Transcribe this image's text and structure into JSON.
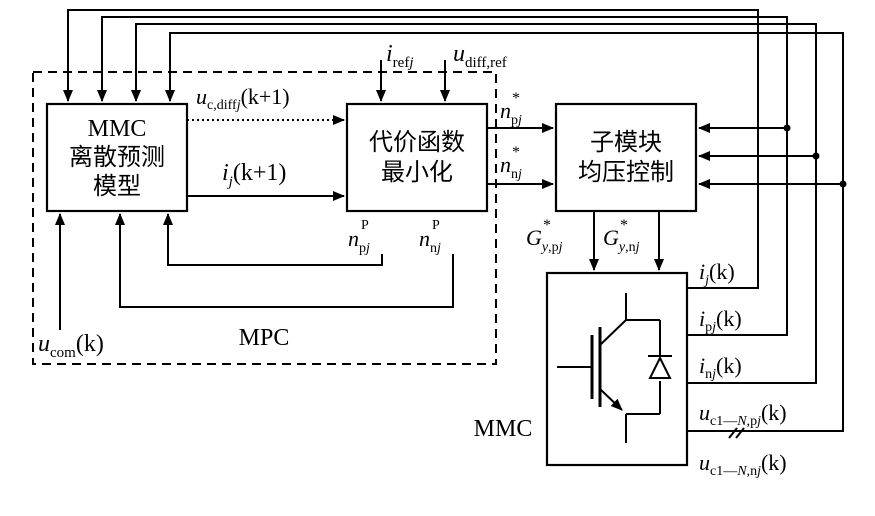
{
  "blocks": {
    "mmc_model": [
      "MMC",
      "离散预测",
      "模型"
    ],
    "cost_min": [
      "代价函数",
      "最小化"
    ],
    "sm_balance": [
      "子模块",
      "均压控制"
    ],
    "mpc_label": "MPC",
    "mmc_label": "MMC"
  },
  "signals": {
    "i_ref": {
      "main": "i",
      "sub": "ref",
      "subit": "j"
    },
    "u_diff_ref": {
      "main": "u",
      "sub": "diff,ref"
    },
    "u_c_diff": {
      "main": "u",
      "sub": "c,diff",
      "subit": "j",
      "tail": "(k+1)"
    },
    "i_j_next": {
      "main": "i",
      "subit": "j",
      "tail": "(k+1)"
    },
    "n_pj_star": {
      "main": "n",
      "sub": "p",
      "subit": "j",
      "sup": "*"
    },
    "n_nj_star": {
      "main": "n",
      "sub": "n",
      "subit": "j",
      "sup": "*"
    },
    "n_pj_P": {
      "main": "n",
      "sub": "p",
      "subit": "j",
      "sup": "P"
    },
    "n_nj_P": {
      "main": "n",
      "sub": "n",
      "subit": "j",
      "sup": "P"
    },
    "G_pj": {
      "main": "G",
      "subit": "y",
      "sub": ",p",
      "subit2": "j",
      "sup": "*"
    },
    "G_nj": {
      "main": "G",
      "subit": "y",
      "sub": ",n",
      "subit2": "j",
      "sup": "*"
    },
    "u_com": {
      "main": "u",
      "sub": "com",
      "tail": "(k)"
    },
    "i_j": {
      "main": "i",
      "subit": "j",
      "tail": "(k)"
    },
    "i_pj": {
      "main": "i",
      "sub": "p",
      "subit": "j",
      "tail": "(k)"
    },
    "i_nj": {
      "main": "i",
      "sub": "n",
      "subit": "j",
      "tail": "(k)"
    },
    "u_c_pj": {
      "main": "u",
      "sub": "c1—",
      "subit": "N",
      "sub2": ",p",
      "subit2": "j",
      "tail": "(k)"
    },
    "u_c_nj": {
      "main": "u",
      "sub": "c1—",
      "subit": "N",
      "sub2": ",n",
      "subit2": "j",
      "tail": "(k)"
    }
  }
}
